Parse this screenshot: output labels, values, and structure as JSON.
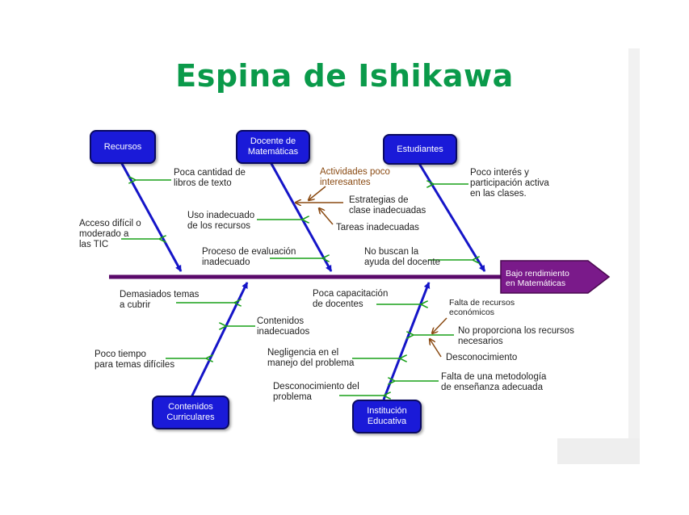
{
  "title": "Espina de Ishikawa",
  "effect": "Bajo rendimiento\nen Matemáticas",
  "causes": {
    "recursos": "Recursos",
    "docente": "Docente de\nMatemáticas",
    "estudiantes": "Estudiantes",
    "contenidos": "Contenidos\nCurriculares",
    "institucion": "Institución\nEducativa"
  },
  "labels": {
    "poca_cantidad": "Poca cantidad de\nlibros de texto",
    "acceso_dificil": "Acceso difícil o\nmoderado a\nlas TIC",
    "actividades": "Actividades poco\ninteresantes",
    "estrategias": "Estrategias de\nclase inadecuadas",
    "uso_inadecuado": "Uso inadecuado\nde los recursos",
    "tareas": "Tareas inadecuadas",
    "proceso": "Proceso de evaluación\ninadecuado",
    "poco_interes": "Poco interés y\nparticipación activa\nen las clases.",
    "no_buscan": "No buscan la\nayuda del docente",
    "demasiados": "Demasiados temas\na cubrir",
    "contenidos_inad": "Contenidos\ninadecuados",
    "poco_tiempo": "Poco tiempo\npara temas difíciles",
    "poca_capacitacion": "Poca capacitación\nde docentes",
    "falta_recursos": "Falta de recursos\neconómicos",
    "no_proporciona": "No proporciona los recursos\nnecesarios",
    "negligencia": "Negligencia en el\nmanejo del problema",
    "desconocimiento": "Desconocimiento",
    "falta_metodologia": "Falta de una metodología\nde enseñanza adecuada",
    "desconocimiento_problema": "Desconocimiento del\nproblema"
  },
  "colors": {
    "title": "#0a9a4a",
    "spine": "#5a0a6a",
    "effect_box": "#7a1a8a",
    "bone": "#1515c8",
    "cause_box": "#1a1ad8",
    "cause_arrow": "#18a018",
    "sub_arrow": "#8a4a12"
  }
}
